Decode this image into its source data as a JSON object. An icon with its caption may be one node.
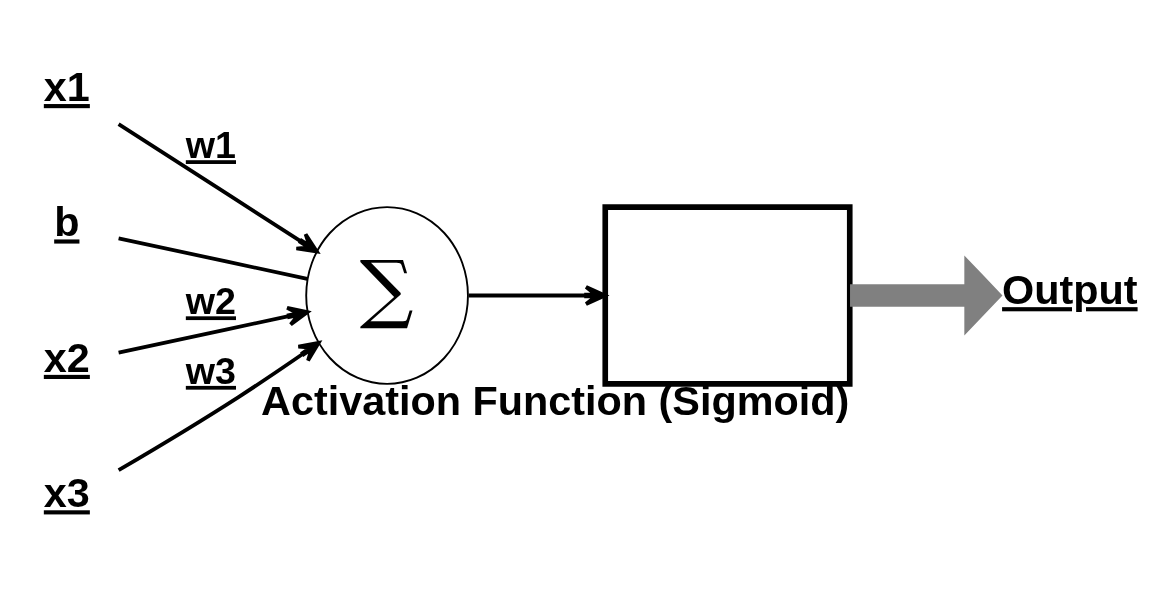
{
  "diagram": {
    "nodes": [
      {
        "text": [
          "x1"
        ]
      },
      {
        "text": [
          "b"
        ]
      },
      {
        "text": [
          "x2"
        ]
      },
      {
        "text": [
          "x3"
        ]
      },
      {
        "text": [
          "∑"
        ]
      },
      {
        "text": [],
        "shape": "box",
        "beside": [
          "Activation Function (Sigmoid)"
        ]
      },
      {
        "text": [
          "Output"
        ]
      }
    ],
    "edges": [
      {
        "from": 0,
        "to": 4,
        "arrow": "to",
        "label": "w1"
      },
      {
        "from": 1,
        "to": 4,
        "arrow": "none"
      },
      {
        "from": 2,
        "to": 4,
        "arrow": "to",
        "label": "w2"
      },
      {
        "from": 3,
        "to": 4,
        "arrow": "to",
        "label": "w3"
      },
      {
        "from": 4,
        "to": 5,
        "arrow": "to"
      },
      {
        "from": 5,
        "to": 6,
        "arrow": "to",
        "style": "thick",
        "color": "#808080"
      }
    ]
  }
}
